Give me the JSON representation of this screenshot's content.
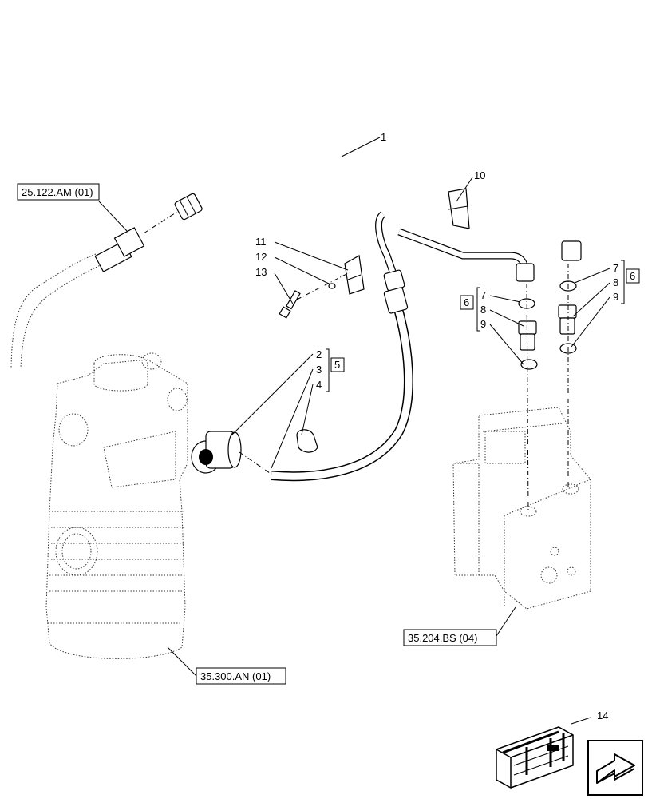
{
  "references": {
    "r1": "25.122.AM (01)",
    "r2": "35.204.BS (04)",
    "r3": "35.300.AN (01)"
  },
  "callouts": {
    "c1": "1",
    "c2": "2",
    "c3": "3",
    "c4": "4",
    "c5": "5",
    "c6a": "6",
    "c6b": "6",
    "c7a": "7",
    "c7b": "7",
    "c8a": "8",
    "c8b": "8",
    "c9a": "9",
    "c9b": "9",
    "c10": "10",
    "c11": "11",
    "c12": "12",
    "c13": "13",
    "c14": "14"
  },
  "icons": [
    "tube-assembly",
    "clip",
    "bolt",
    "quick-coupler",
    "seal-ring",
    "adapter-fitting",
    "filter-housing",
    "valve-block",
    "crate-icon",
    "navigation-arrow-icon"
  ]
}
